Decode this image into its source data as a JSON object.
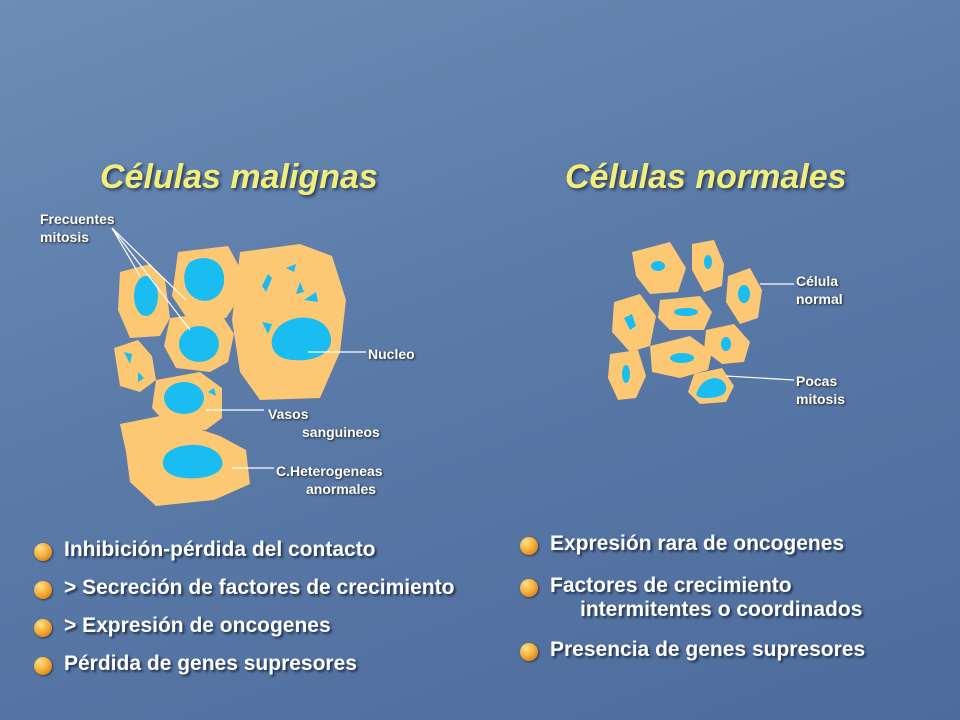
{
  "titles": {
    "malignant": "Células malignas",
    "normal": "Células normales"
  },
  "labels": {
    "frequent_mitosis_1": "Frecuentes",
    "frequent_mitosis_2": "mitosis",
    "nucleus": "Nucleo",
    "vessels_1": "Vasos",
    "vessels_2": "sanguineos",
    "heterogeneous_1": "C.Heterogeneas",
    "heterogeneous_2": "anormales",
    "normal_cell_1": "Célula",
    "normal_cell_2": "normal",
    "few_mitosis_1": "Pocas",
    "few_mitosis_2": "mitosis"
  },
  "left_bullets": [
    "Inhibición-pérdida del contacto",
    "> Secreción de factores de crecimiento",
    "> Expresión de oncogenes",
    "Pérdida de genes supresores"
  ],
  "right_bullets": {
    "item1": "Expresión rara de oncogenes",
    "item2_line1": "Factores de crecimiento",
    "item2_line2": "intermitentes o coordinados",
    "item3": "Presencia de genes supresores"
  },
  "colors": {
    "cell": "#fcc874",
    "nucleus": "#19bdf2",
    "title": "#f2ee7c",
    "bullet": "#f4a32c"
  }
}
